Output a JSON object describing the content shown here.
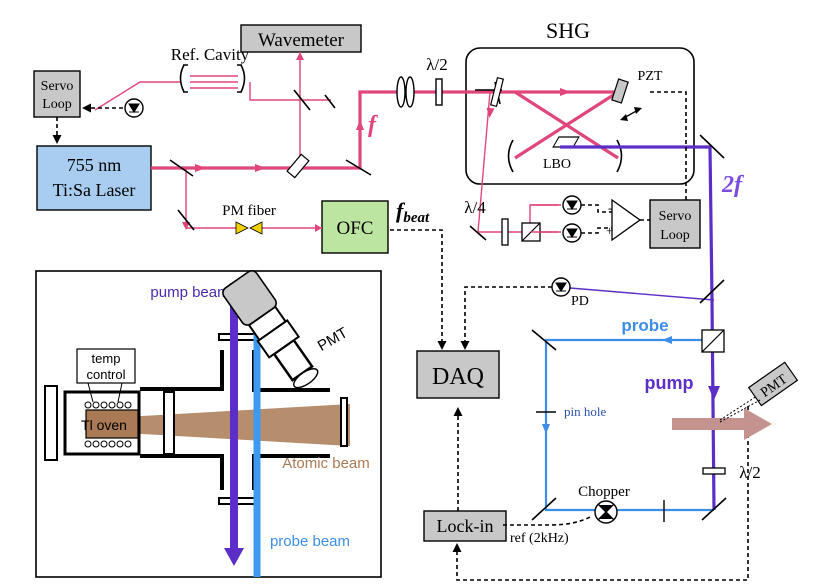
{
  "labels": {
    "wavemeter": "Wavemeter",
    "shg": "SHG",
    "ref_cavity": "Ref. Cavity",
    "lambda_half_top": "λ/2",
    "pzt": "PZT",
    "servo_loop_left_1": "Servo",
    "servo_loop_left_2": "Loop",
    "laser_1": "755 nm",
    "laser_2": "Ti:Sa Laser",
    "f": "f",
    "lbo": "LBO",
    "two_f": "2f",
    "pm_fiber": "PM fiber",
    "ofc": "OFC",
    "f_beat_main": "f",
    "f_beat_sub": "beat",
    "lambda_quarter": "λ/4",
    "servo_loop_right_1": "Servo",
    "servo_loop_right_2": "Loop",
    "minus": "-",
    "plus": "+",
    "pump_beam": "pump beam",
    "pd": "PD",
    "probe": "probe",
    "temp_control_1": "temp",
    "temp_control_2": "control",
    "pmt_left": "PMT",
    "daq": "DAQ",
    "pump": "pump",
    "pmt_right": "PMT",
    "tl_oven": "Tl oven",
    "pin_hole": "pin hole",
    "atomic_beam": "Atomic beam",
    "lambda_half_bottom": "λ/2",
    "chopper": "Chopper",
    "lock_in": "Lock-in",
    "ref": "ref (2kHz)",
    "probe_beam": "probe beam"
  },
  "colors": {
    "fundamental": "#e0457b",
    "second_harmonic": "#5b2fc7",
    "probe": "#3d8ee8",
    "atomic_beam": "#a97a55",
    "laser_box": "#a9cdf0",
    "ofc_box": "#bde5a2",
    "instrument_box": "#c8c8c8"
  }
}
